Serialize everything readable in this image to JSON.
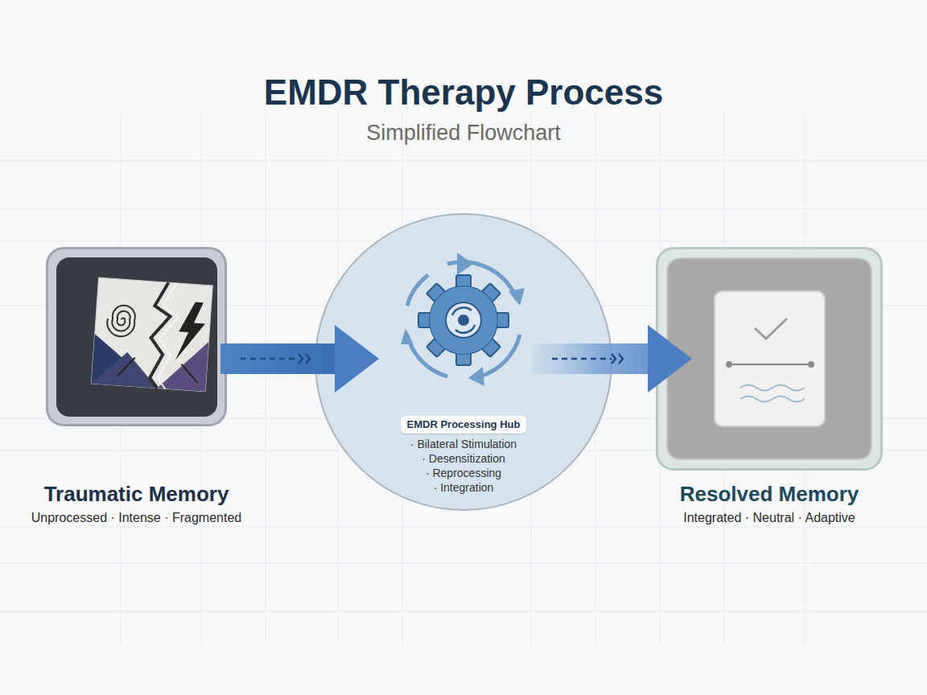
{
  "diagram": {
    "title": "EMDR Therapy Process",
    "caption": "Simplified Flowchart",
    "nodes": [
      {
        "text": [
          "Traumatic Memory",
          "Unprocessed · Intense · Fragmented"
        ]
      },
      {
        "text": [
          "EMDR Processing Hub",
          "· Bilateral Stimulation",
          "· Desensitization",
          "· Reprocessing",
          "· Integration"
        ]
      },
      {
        "text": [
          "Resolved Memory",
          "Integrated · Neutral · Adaptive"
        ]
      }
    ],
    "edges": [
      {
        "from": 0,
        "to": 1,
        "arrow": "to"
      },
      {
        "from": 1,
        "to": 2,
        "arrow": "to"
      }
    ]
  }
}
